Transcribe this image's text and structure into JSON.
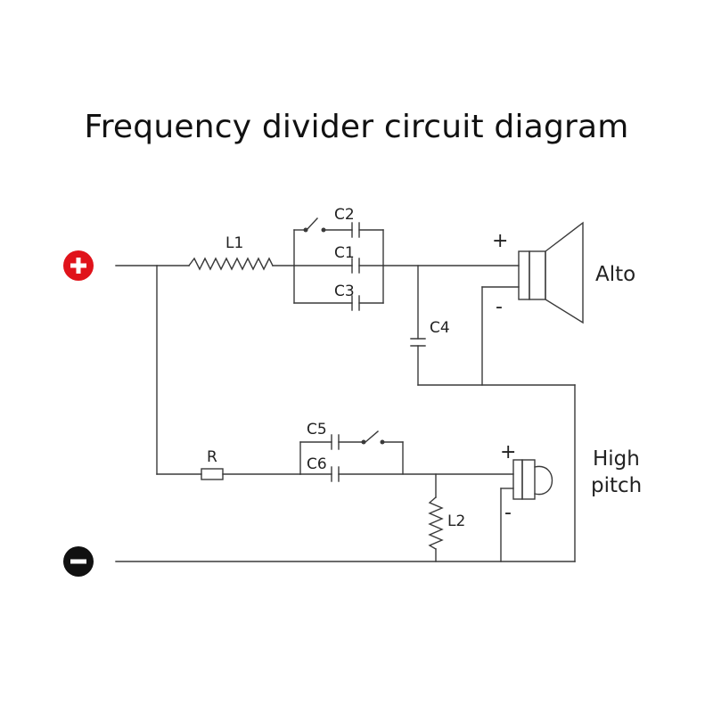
{
  "title": "Frequency divider circuit diagram",
  "terminals": {
    "positive": {
      "symbol": "+",
      "color": "#e0131b"
    },
    "negative": {
      "symbol": "−",
      "color": "#111111"
    }
  },
  "components": {
    "L1": "L1",
    "L2": "L2",
    "R": "R",
    "C1": "C1",
    "C2": "C2",
    "C3": "C3",
    "C4": "C4",
    "C5": "C5",
    "C6": "C6"
  },
  "speakers": {
    "alto": {
      "label": "Alto",
      "plus": "+",
      "minus": "-"
    },
    "high": {
      "label_line1": "High",
      "label_line2": "pitch",
      "plus": "+",
      "minus": "-"
    }
  }
}
